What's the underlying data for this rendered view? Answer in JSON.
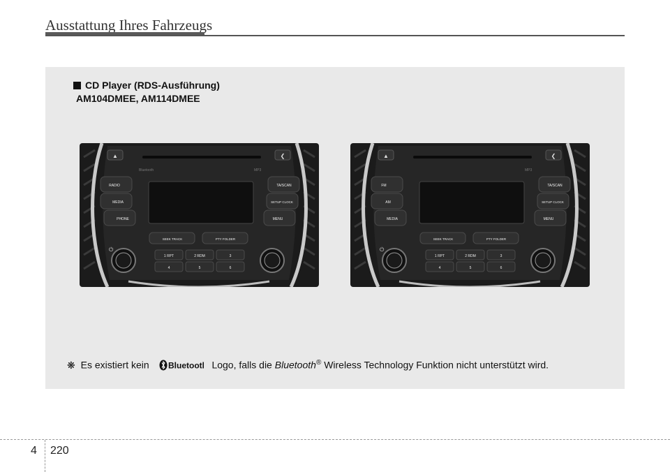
{
  "header": {
    "title": "Ausstattung Ihres Fahrzeugs"
  },
  "section": {
    "title": "CD Player (RDS-Ausführung)",
    "models": "AM104DMEE, AM114DMEE"
  },
  "radio_left": {
    "buttons_left": [
      "RADIO",
      "MEDIA",
      "PHONE"
    ],
    "buttons_right": [
      "TA/SCAN",
      "SETUP CLOCK",
      "MENU"
    ],
    "brand_left": "Bluetooth",
    "brand_right": "MP3",
    "seek_label": "SEEK TRACK",
    "pty_label": "PTY FOLDER",
    "presets_row1": [
      "1 RPT",
      "2 RDM",
      "3"
    ],
    "presets_row2": [
      "4",
      "5",
      "6"
    ]
  },
  "radio_right": {
    "buttons_left": [
      "FM",
      "AM",
      "MEDIA"
    ],
    "buttons_right": [
      "TA/SCAN",
      "SETUP CLOCK",
      "MENU"
    ],
    "brand_right": "MP3",
    "seek_label": "SEEK TRACK",
    "pty_label": "PTY FOLDER",
    "presets_row1": [
      "1 RPT",
      "2 RDM",
      "3"
    ],
    "presets_row2": [
      "4",
      "5",
      "6"
    ]
  },
  "note": {
    "symbol": "❋",
    "prefix": "Es existiert kein",
    "logo_word": "Bluetooth",
    "middle": "Logo, falls die",
    "bt_italic": "Bluetooth",
    "reg": "®",
    "suffix": "Wireless Technology Funktion nicht unterstützt wird."
  },
  "footer": {
    "chapter": "4",
    "page": "220"
  }
}
